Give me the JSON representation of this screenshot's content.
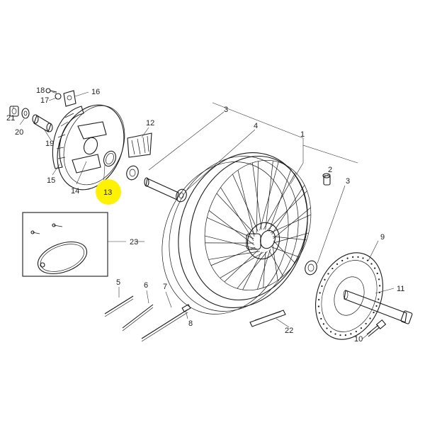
{
  "diagram": {
    "highlight_color": "#fff200",
    "highlighted_callout": "13",
    "callouts": [
      "1",
      "2",
      "3",
      "4",
      "5",
      "6",
      "7",
      "8",
      "9",
      "10",
      "11",
      "12",
      "13",
      "14",
      "15",
      "16",
      "17",
      "18",
      "19",
      "20",
      "21",
      "22",
      "23"
    ],
    "labels": {
      "l1": "1",
      "l2": "2",
      "l3a": "3",
      "l3b": "3",
      "l4": "4",
      "l5": "5",
      "l6": "6",
      "l7": "7",
      "l8": "8",
      "l9": "9",
      "l10": "10",
      "l11": "11",
      "l12": "12",
      "l13": "13",
      "l14": "14",
      "l15": "15",
      "l16": "16",
      "l17": "17",
      "l18": "18",
      "l19": "19",
      "l20": "20",
      "l21": "21",
      "l22": "22",
      "l23": "23"
    }
  }
}
